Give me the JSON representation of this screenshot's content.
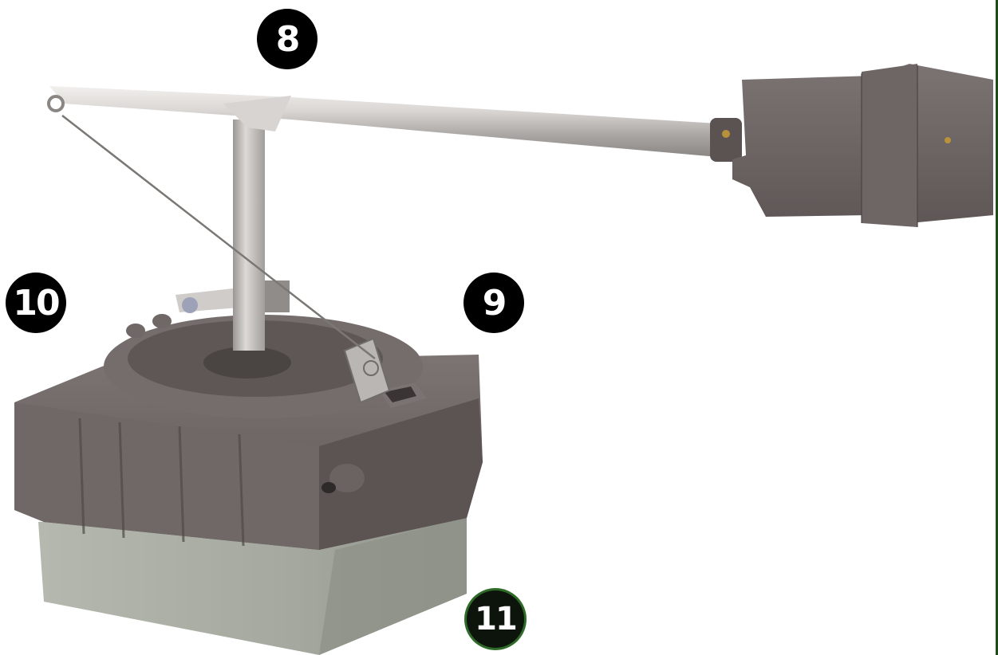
{
  "callouts": {
    "c8": {
      "label": "8"
    },
    "c9": {
      "label": "9"
    },
    "c10": {
      "label": "10"
    },
    "c11": {
      "label": "11"
    }
  },
  "colors": {
    "housing": "#6b6462",
    "housing_dark": "#4a4443",
    "housing_light": "#827a78",
    "steel": "#c9c6c3",
    "concrete": "#a9ada3",
    "callout_bg": "#000000",
    "callout_text": "#ffffff",
    "accent_green": "#2f6b28"
  }
}
